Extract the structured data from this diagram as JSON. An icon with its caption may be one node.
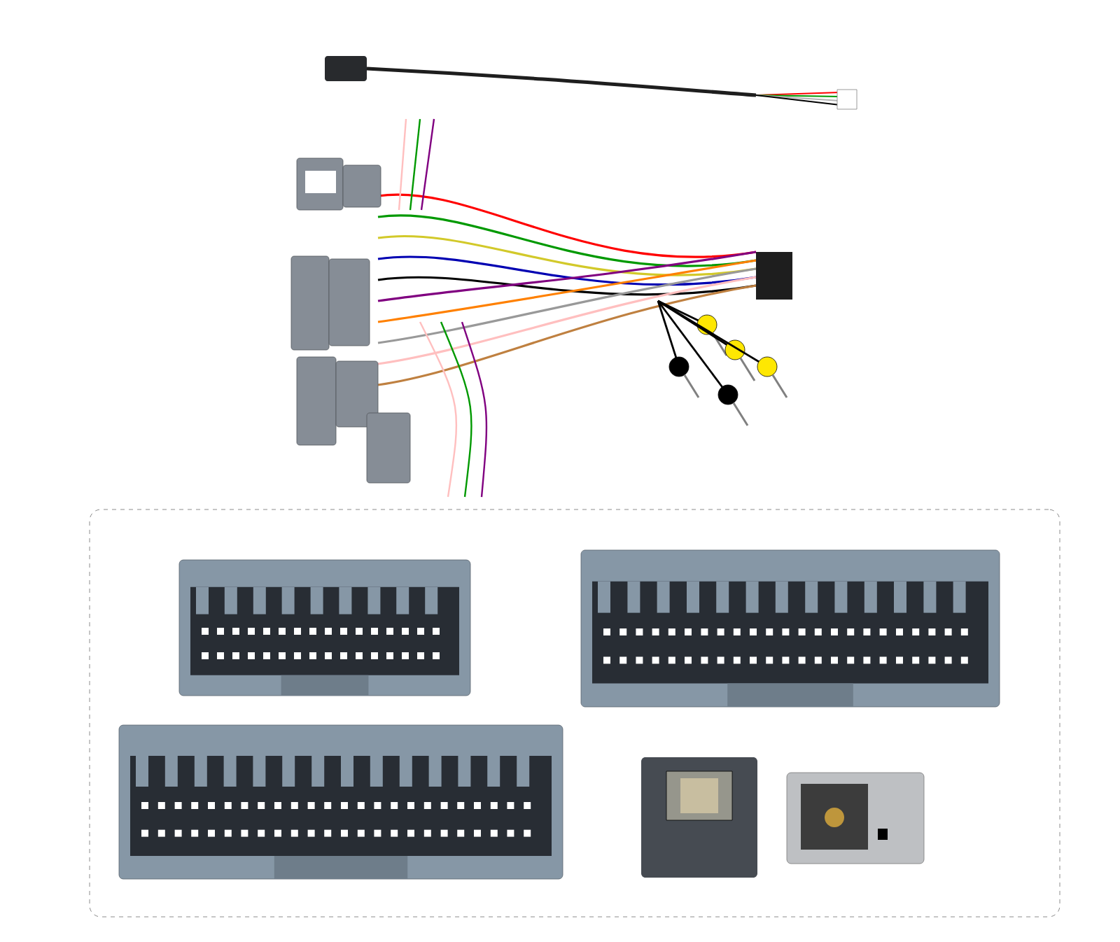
{
  "diagram": {
    "nodes": [
      {
        "text": [],
        "shape": "picture"
      },
      {
        "text": [],
        "shape": "box"
      },
      {
        "text": [],
        "shape": "picture",
        "in": 1
      },
      {
        "text": [],
        "shape": "picture",
        "in": 1
      },
      {
        "text": [],
        "shape": "picture",
        "in": 1
      },
      {
        "text": [],
        "shape": "picture",
        "in": 1
      },
      {
        "text": [],
        "shape": "picture",
        "in": 1
      }
    ]
  }
}
